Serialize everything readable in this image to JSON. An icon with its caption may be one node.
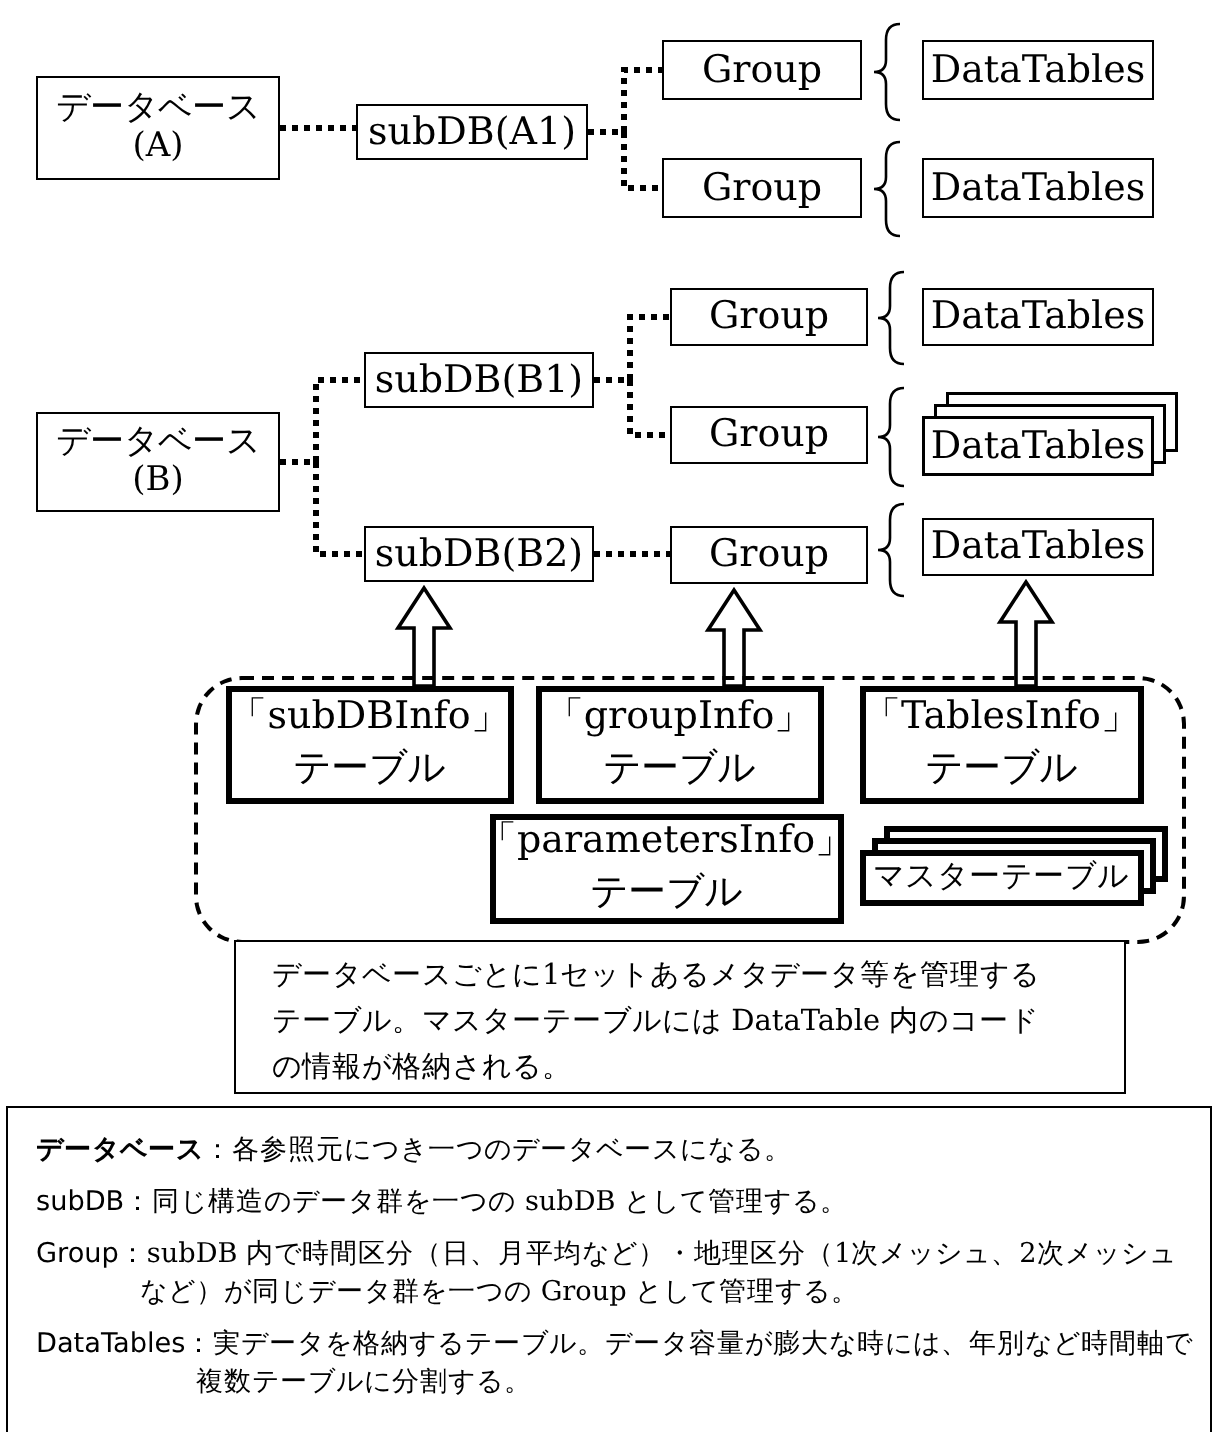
{
  "diagram": {
    "nodes": [
      {
        "text": [
          "データベース(A)"
        ]
      },
      {
        "text": [
          "subDB(A1)"
        ]
      },
      {
        "text": [
          "Group"
        ]
      },
      {
        "text": [
          "Group"
        ]
      },
      {
        "text": [
          "DataTables"
        ]
      },
      {
        "text": [
          "DataTables"
        ]
      },
      {
        "text": [
          "データベース(B)"
        ]
      },
      {
        "text": [
          "subDB(B1)"
        ]
      },
      {
        "text": [
          "subDB(B2)"
        ]
      },
      {
        "text": [
          "Group"
        ]
      },
      {
        "text": [
          "Group"
        ]
      },
      {
        "text": [
          "Group"
        ]
      },
      {
        "text": [
          "DataTables"
        ]
      },
      {
        "text": [
          "DataTables"
        ]
      },
      {
        "text": [
          "DataTables"
        ]
      },
      {
        "text": [],
        "shape": "box"
      },
      {
        "text": [
          "「subDBInfo」テーブル"
        ],
        "in": 15
      },
      {
        "text": [
          "「groupInfo」テーブル"
        ],
        "in": 15
      },
      {
        "text": [
          "「TablesInfo」テーブル"
        ],
        "in": 15
      },
      {
        "text": [
          "「parametersInfo」テーブル"
        ],
        "in": 15
      },
      {
        "text": [
          "マスターテーブル"
        ],
        "in": 15
      },
      {
        "text": [
          "データベースごとに1セットあるメタデータ等を管理するテーブル。マスターテーブルには DataTable 内のコードの情報が格納される。"
        ]
      },
      {
        "text": [
          "**データベース**：各参照元につき一つのデータベースになる。",
          "**subDB**：同じ構造のデータ群を一つの subDB として管理する。",
          "**Group**：subDB 内で時間区分（日、月平均など）・地理区分（1次メッシュ、2次メッシュなど）が同じデータ群を一つの Group として管理する。",
          "**DataTables**：実データを格納するテーブル。データ容量が膨大な時には、年別など時間軸で複数テーブルに分割する。"
        ]
      }
    ],
    "edges": [
      {
        "from": 0,
        "to": 1,
        "arrow": "none"
      },
      {
        "from": 1,
        "to": 2,
        "arrow": "none"
      },
      {
        "from": 1,
        "to": 3,
        "arrow": "none"
      },
      {
        "from": 6,
        "to": 7,
        "arrow": "none"
      },
      {
        "from": 6,
        "to": 8,
        "arrow": "none"
      },
      {
        "from": 7,
        "to": 9,
        "arrow": "none"
      },
      {
        "from": 7,
        "to": 10,
        "arrow": "none"
      },
      {
        "from": 8,
        "to": 11,
        "arrow": "none"
      },
      {
        "from": 16,
        "to": 8,
        "arrow": "to",
        "style": "thick"
      },
      {
        "from": 17,
        "to": 11,
        "arrow": "to",
        "style": "thick"
      },
      {
        "from": 18,
        "to": 14,
        "arrow": "to",
        "style": "thick"
      }
    ]
  }
}
